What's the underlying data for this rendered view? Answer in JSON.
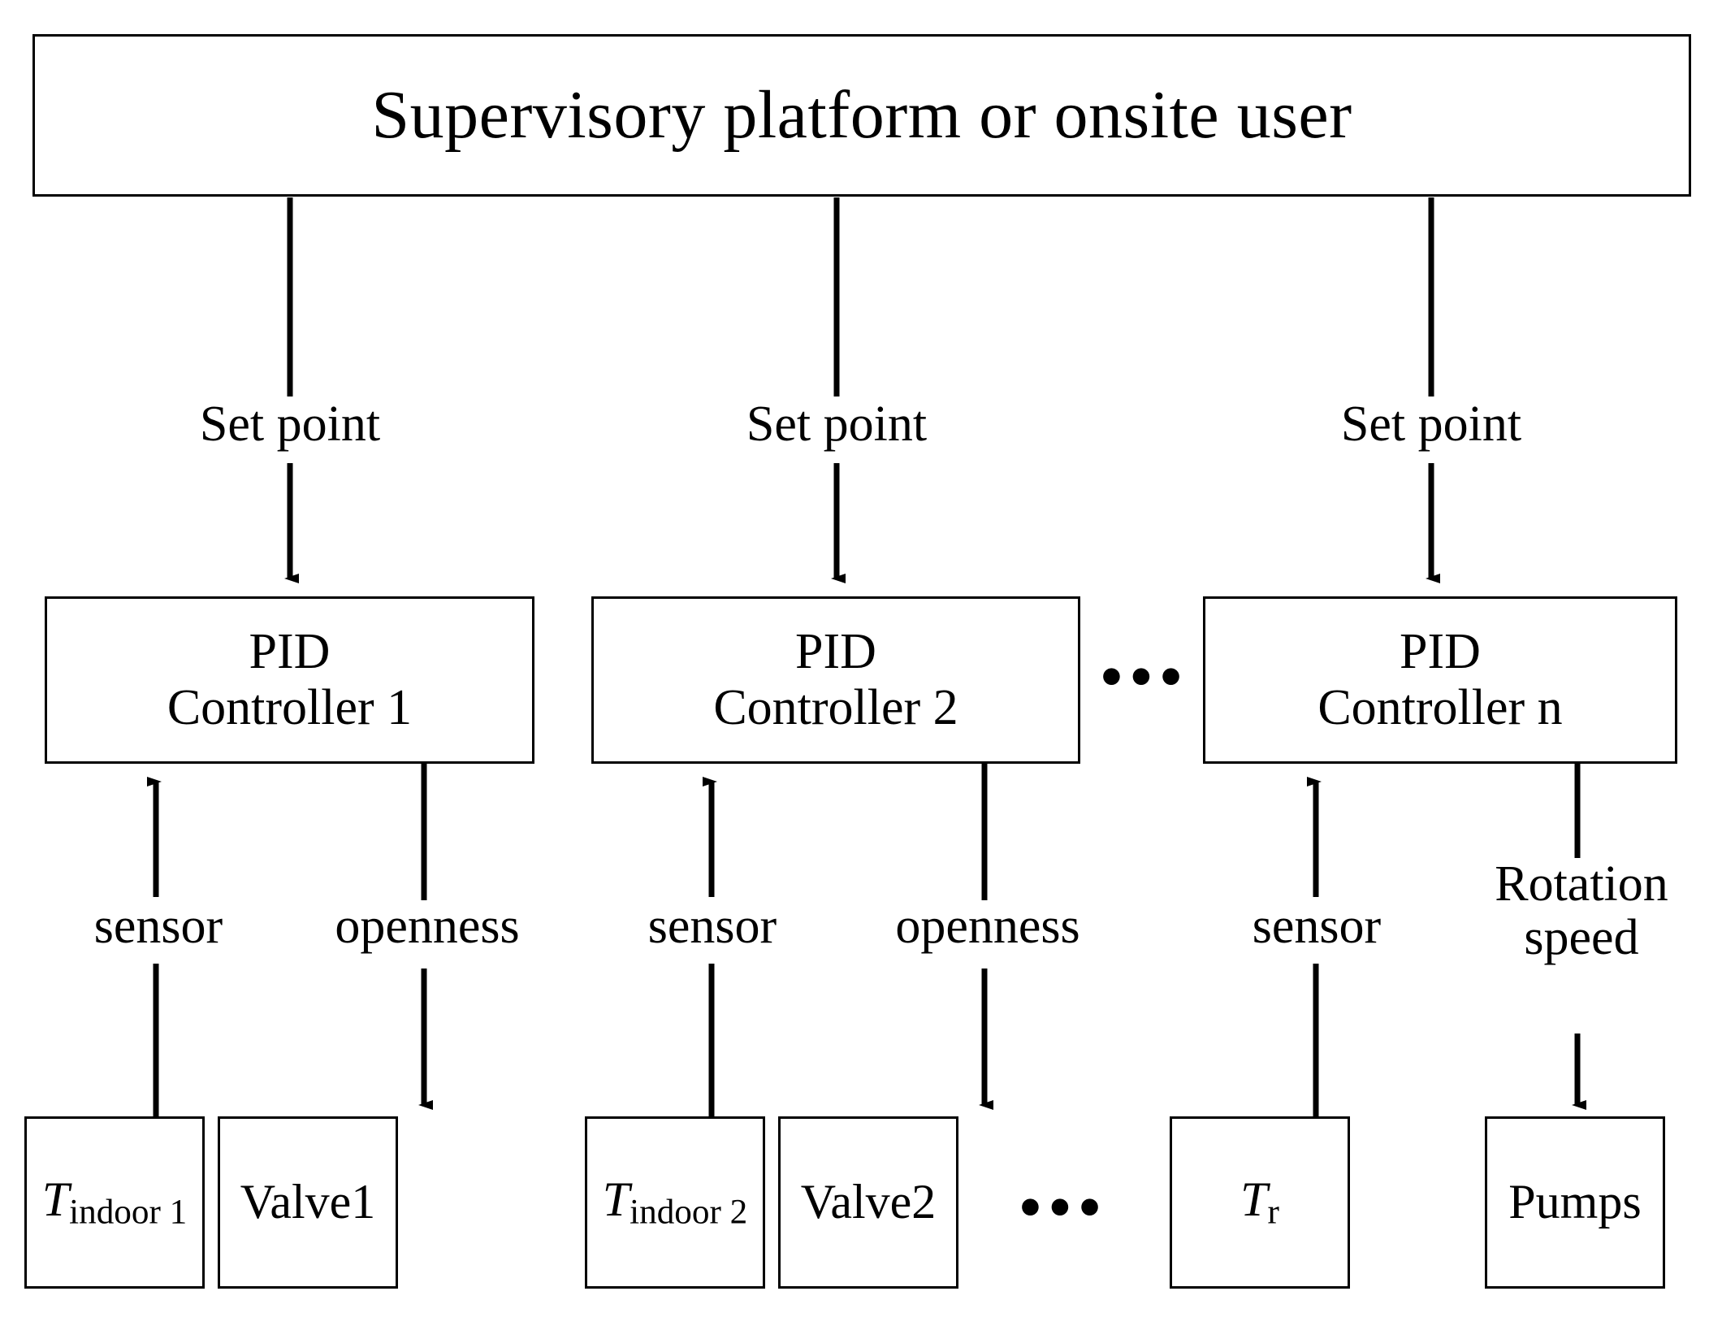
{
  "diagram": {
    "title_box": {
      "label": "Supervisory platform or onsite user"
    },
    "controllers": [
      {
        "line1": "PID",
        "line2": "Controller 1"
      },
      {
        "line1": "PID",
        "line2": "Controller 2"
      },
      {
        "line1": "PID",
        "line2": "Controller n"
      }
    ],
    "setpoint_labels": [
      "Set point",
      "Set point",
      "Set point"
    ],
    "feedback_labels": [
      "sensor",
      "sensor",
      "sensor"
    ],
    "actuator_labels": [
      "openness",
      "openness"
    ],
    "rotation_speed_label": "Rotation\nspeed",
    "rotation_speed_line1": "Rotation",
    "rotation_speed_line2": "speed",
    "devices": [
      {
        "symbol": "T",
        "subscript": "indoor 1",
        "plain": ""
      },
      {
        "symbol": "",
        "subscript": "",
        "plain": "Valve1"
      },
      {
        "symbol": "T",
        "subscript": "indoor 2",
        "plain": ""
      },
      {
        "symbol": "",
        "subscript": "",
        "plain": "Valve2"
      },
      {
        "symbol": "T",
        "subscript": "r",
        "plain": ""
      },
      {
        "symbol": "",
        "subscript": "",
        "plain": "Pumps"
      }
    ],
    "ellipses": [
      "•••",
      "•••"
    ],
    "colors": {
      "stroke": "#000000",
      "background": "#ffffff",
      "text": "#000000"
    }
  }
}
